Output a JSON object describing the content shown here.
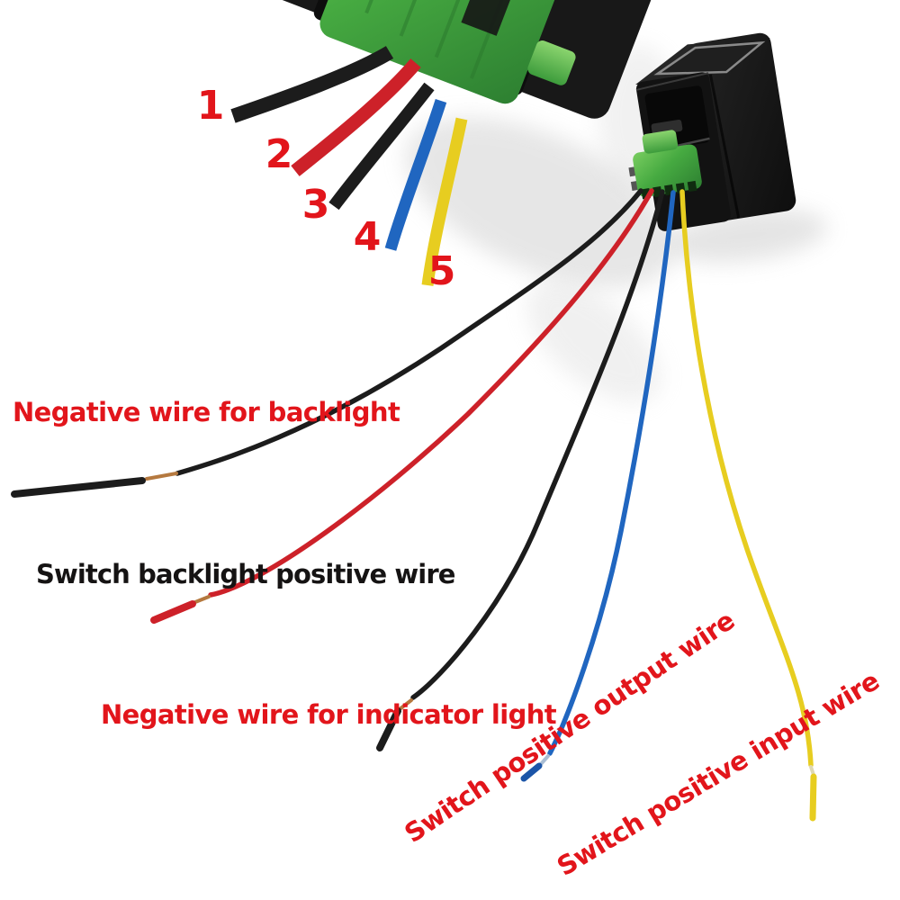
{
  "annotations": {
    "wire_numbers": [
      "1",
      "2",
      "3",
      "4",
      "5"
    ],
    "labels": {
      "backlight_negative": "Negative wire for backlight",
      "backlight_positive": "Switch backlight positive wire",
      "indicator_negative": "Negative wire for indicator light",
      "switch_positive_output": "Switch positive output wire",
      "switch_positive_input": "Switch positive input wire"
    }
  },
  "wires": [
    {
      "number": "1",
      "color": "black",
      "label": "Negative wire for backlight"
    },
    {
      "number": "2",
      "color": "red",
      "label": "Switch backlight positive wire"
    },
    {
      "number": "3",
      "color": "black",
      "label": "Negative wire for indicator light"
    },
    {
      "number": "4",
      "color": "blue",
      "label": "Switch positive output wire"
    },
    {
      "number": "5",
      "color": "yellow",
      "label": "Switch positive input wire"
    }
  ],
  "colors": {
    "annotation_red": "#e2151b",
    "annotation_black": "#151313",
    "wire_black": "#1c1c1c",
    "wire_red": "#cd2129",
    "wire_blue": "#2066c0",
    "wire_yellow": "#e7cd20",
    "copper": "#b5793f",
    "connector_green": "#46aa41",
    "housing_black": "#181818",
    "background": "#ffffff"
  }
}
